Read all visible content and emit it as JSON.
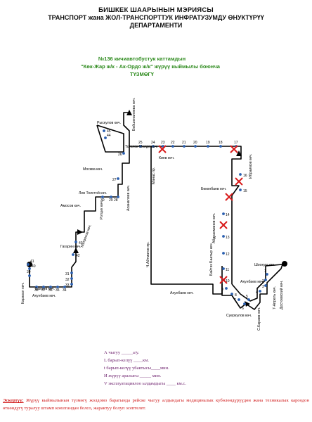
{
  "header": {
    "line1": "БИШКЕК ШААРЫНЫН МЭРИЯСЫ",
    "line2": "ТРАНСПОРТ жана ЖОЛ-ТРАНСПОРТТУК ИНФРАТУЗУМДУ ӨНУКТҮРҮҮ",
    "line3": "ДЕПАРТАМЕНТИ"
  },
  "title": {
    "line1": "№136  кичиавтобустук каттамдын",
    "line2": "\"Көк-Жар ж/к -  Ак-Ордо ж/к\" жүрүү кыймылы боюнча",
    "line3": "ТҮЗМӨГҮ"
  },
  "streets": {
    "ryskulov": "Рыскулов көч.",
    "beishenalieva": "Бейшеналиева көч.",
    "togolok_moldo": "Тоголок Молдо көч.",
    "moscow": "Москва көч.",
    "manas": "Манас пр.",
    "kiev": "Киев көч.",
    "ibraimov": "Ибраимов көч.",
    "bokonbaev": "Бөкөнбаев көч.",
    "lev_tolstoy": "Лев Толстой көч.",
    "asanaliev": "Асаналиев көч.",
    "ratsek": "Рэтцик көч.",
    "amosov": "Амосов көч.",
    "matrosov": "Матросов көч.",
    "gagarin": "Гагарин көч.",
    "abdrakhmanov": "Абдрахманов көч.",
    "baitik": "Байтик Баатыр көч.",
    "aitmatov": "Ч.Айтматов пр.",
    "karakol": "Каракол көч.",
    "bakaev": "Бакаев көч.",
    "akhunbaev_w": "Ахунбаев көч.",
    "akhunbaev_c": "Ахунбаев көч.",
    "akhunbaev_e": "Ахунбаев көч.",
    "suerkulov": "Суеркулов көч.",
    "karaev": "С.Караев көч.",
    "shookum": "Шоокум көч.",
    "april7": "7-Апрель көч.",
    "dostoevsky": "Достоевский көч."
  },
  "stop_numbers": [
    "1",
    "2",
    "3",
    "4",
    "5",
    "6",
    "7",
    "8",
    "9",
    "10",
    "11",
    "12",
    "13",
    "14",
    "15",
    "16",
    "17",
    "18",
    "19",
    "20",
    "21",
    "22",
    "23",
    "24",
    "25",
    "26",
    "27",
    "28",
    "29",
    "30",
    "31",
    "32",
    "33",
    "34",
    "35",
    "36",
    "37",
    "38",
    "39",
    "40",
    "41",
    "42",
    "43",
    "44",
    "45"
  ],
  "legend": {
    "line1": "А чыгуу  _____а/у.",
    "line2": "L барып-келүү ____км.",
    "line3": "t барып-келүү убактысы____мин.",
    "line4": "И жүрүү аралыгы _____  мин.",
    "line5": "V эксплуатациялоо ылдамдыгы ____ км.с."
  },
  "note": {
    "label": "Эскертүү:",
    "text": "Жүрүү кыймылынын түзмөгү жолдомо барагында рейске чыгуу алдындагы медициналык кубөлөндүрүүдөн жана техникалык кароодон өткөндүгү туралуу штамп коюлгандан болсо, жарактуу болуп эсептелет."
  },
  "colors": {
    "route": "#000000",
    "stop": "#2a5fb0",
    "closed": "#d81b1b",
    "title": "#2e8b1e",
    "legend": "#6b1d6b",
    "note": "#d01818"
  }
}
